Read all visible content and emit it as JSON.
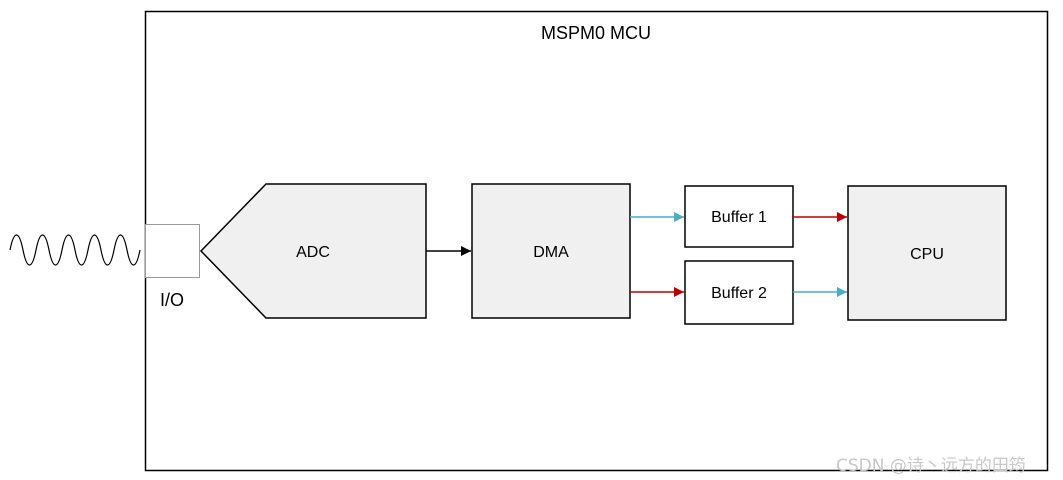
{
  "diagram": {
    "mcu_title": "MSPM0 MCU",
    "io_label": "I/O",
    "adc_label": "ADC",
    "dma_label": "DMA",
    "buffer1_label": "Buffer 1",
    "buffer2_label": "Buffer 2",
    "cpu_label": "CPU"
  },
  "colors": {
    "block_fill": "#f0f0f0",
    "border": "#000000",
    "arrow_black": "#000000",
    "arrow_blue": "#4bacc6",
    "arrow_red": "#c00000"
  },
  "watermark": "CSDN @诗丶远方的田筠"
}
